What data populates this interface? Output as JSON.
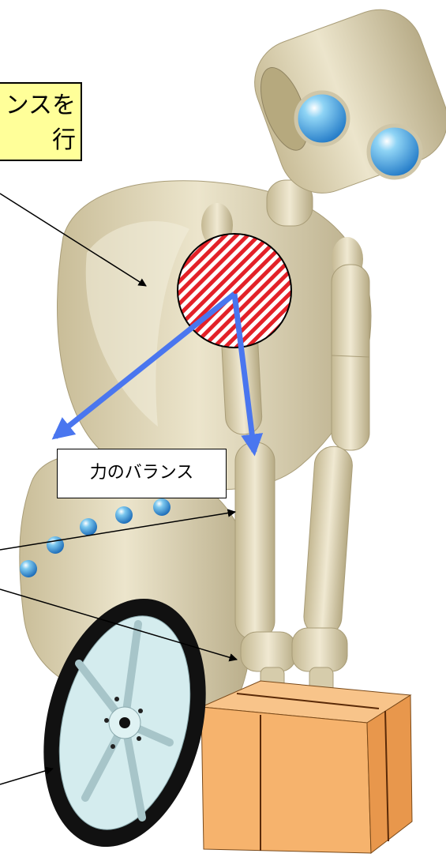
{
  "callouts": {
    "balance_control_line1": "ンスを",
    "balance_control_line2": "行",
    "force_balance": "力のバランス"
  },
  "colors": {
    "robot_body": "#e0d7b8",
    "robot_shadow": "#b7ab86",
    "eye_blue": "#3aa8e0",
    "force_arrow": "#4a76ef",
    "center_of_gravity_stripe": "#e32128",
    "box": "#f6b36d",
    "box_side": "#e8974c",
    "callout_fill": "#ffff99",
    "wheel_rim": "#cfe8ea",
    "tire": "#111111"
  },
  "icons": [
    "center-of-gravity-icon",
    "force-arrow-icon",
    "wheel-icon",
    "box-icon"
  ]
}
